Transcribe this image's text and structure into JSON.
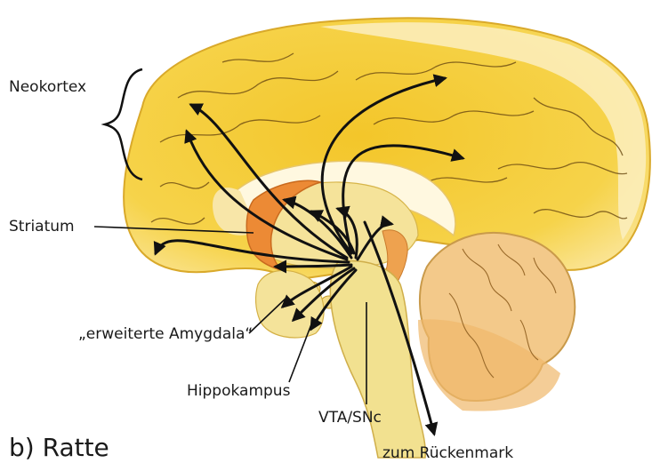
{
  "labels": {
    "neokortex": "Neokortex",
    "striatum": "Striatum",
    "amygdala": "„erweiterte Amygdala“",
    "hippokampus": "Hippokampus",
    "vta_snc": "VTA/SNc",
    "rueckenmark": "zum Rückenmark",
    "panel": "b) Ratte"
  },
  "colors": {
    "cortex": "#f5cf3a",
    "cortex_outer": "#fbe9a8",
    "inner": "#f4e59a",
    "striatum": "#ec8a35",
    "cerebellum": "#f3c98a",
    "brainstem": "#f2e190",
    "arrows": "#111111"
  }
}
